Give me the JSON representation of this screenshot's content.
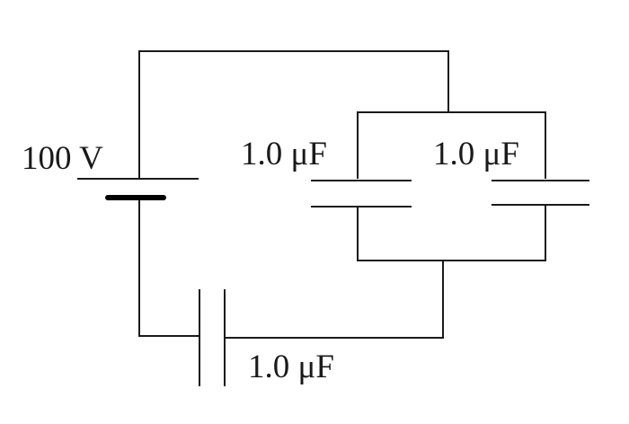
{
  "battery": {
    "label": "100 V"
  },
  "capacitors": [
    {
      "id": "c-left",
      "label": "1.0 μF"
    },
    {
      "id": "c-right",
      "label": "1.0 μF"
    },
    {
      "id": "c-bottom",
      "label": "1.0 μF"
    }
  ],
  "colors": {
    "line": "#1a1a1a",
    "background": "#ffffff"
  }
}
